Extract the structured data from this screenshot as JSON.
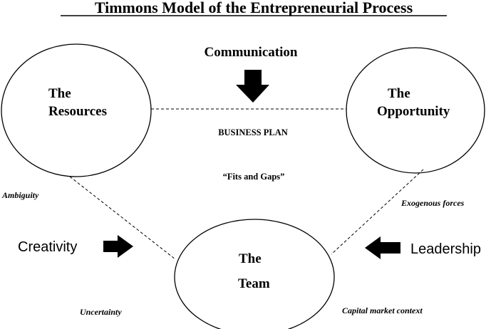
{
  "title": "Timmons Model of the Entrepreneurial Process",
  "nodes": {
    "resources": {
      "line1": "The",
      "line2": "Resources"
    },
    "opportunity": {
      "line1": "The",
      "line2": "Opportunity"
    },
    "team": {
      "line1": "The",
      "line2": "Team"
    }
  },
  "top_label": "Communication",
  "center_labels": {
    "business_plan": "BUSINESS PLAN",
    "fits_and_gaps": "“Fits and Gaps”"
  },
  "side_labels": {
    "ambiguity": "Ambiguity",
    "exogenous": "Exogenous forces",
    "creativity": "Creativity",
    "leadership": "Leadership",
    "uncertainty": "Uncertainty",
    "capital": "Capital  market context"
  },
  "arrows": {
    "communication": "arrow-down-icon",
    "creativity": "arrow-right-icon",
    "leadership": "arrow-left-icon"
  },
  "colors": {
    "ink": "#000000",
    "background": "#ffffff"
  }
}
